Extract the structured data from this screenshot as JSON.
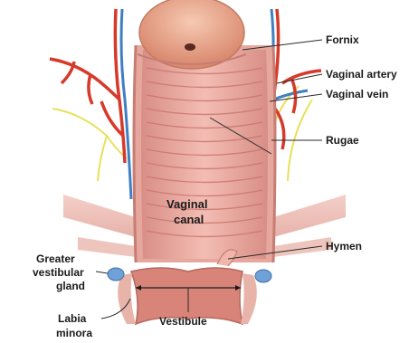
{
  "labels": {
    "fornix": "Fornix",
    "vaginal_artery": "Vaginal artery",
    "vaginal_vein": "Vaginal vein",
    "rugae": "Rugae",
    "vaginal_canal_line1": "Vaginal",
    "vaginal_canal_line2": "canal",
    "hymen": "Hymen",
    "greater_vestibular_gland_line1": "Greater",
    "greater_vestibular_gland_line2": "vestibular",
    "greater_vestibular_gland_line3": "gland",
    "labia_minora_line1": "Labia",
    "labia_minora_line2": "minora",
    "vestibule": "Vestibule"
  },
  "colors": {
    "artery": "#d63a2a",
    "vein": "#3f7fc4",
    "nerve": "#e8e05a",
    "wall": "#e4a39a",
    "rugae": "#c9736c",
    "cervix": "#e9a98f",
    "gland": "#6fa0d8"
  }
}
